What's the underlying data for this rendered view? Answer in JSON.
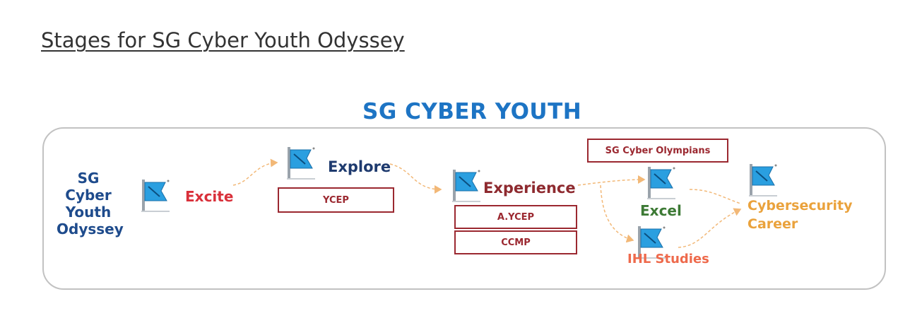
{
  "heading": "Stages for SG Cyber Youth Odyssey",
  "diagram": {
    "title": "SG CYBER YOUTH",
    "odyssey_label": "SG Cyber Youth Odyssey",
    "stages": {
      "excite": "Excite",
      "explore": "Explore",
      "experience": "Experience",
      "excel": "Excel",
      "ihl": "IHL Studies",
      "career": "Cybersecurity Career"
    },
    "programmes": {
      "ycep": "YCEP",
      "aycep": "A.YCEP",
      "ccmp": "CCMP",
      "olympians": "SG Cyber Olympians"
    }
  },
  "colors": {
    "title": "#1d74c4",
    "odyssey": "#1e4b8c",
    "excite": "#d9303a",
    "explore": "#1e3a6e",
    "experience": "#8e2a2f",
    "excel": "#3d7a35",
    "ihl": "#ee6a4c",
    "career": "#eaa23c",
    "box": "#9b2830",
    "arrow": "#f2b877",
    "flag": "#2a9fe0"
  },
  "icons": [
    "flag-icon"
  ]
}
